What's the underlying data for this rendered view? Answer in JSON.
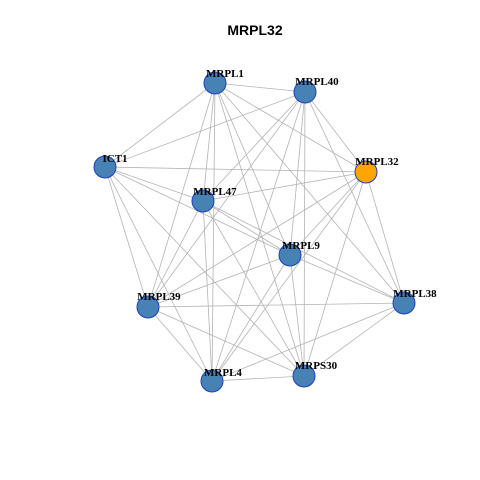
{
  "title": "MRPL32",
  "colors": {
    "node_default": "#4682b4",
    "node_focus": "#ffa500",
    "edge": "#b3b3b3",
    "node_border": "#1f3fbf"
  },
  "nodes": [
    {
      "id": "MRPL1",
      "label": "MRPL1",
      "focus": false
    },
    {
      "id": "MRPL40",
      "label": "MRPL40",
      "focus": false
    },
    {
      "id": "ICT1",
      "label": "ICT1",
      "focus": false
    },
    {
      "id": "MRPL32",
      "label": "MRPL32",
      "focus": true
    },
    {
      "id": "MRPL47",
      "label": "MRPL47",
      "focus": false
    },
    {
      "id": "MRPL9",
      "label": "MRPL9",
      "focus": false
    },
    {
      "id": "MRPL39",
      "label": "MRPL39",
      "focus": false
    },
    {
      "id": "MRPL38",
      "label": "MRPL38",
      "focus": false
    },
    {
      "id": "MRPL4",
      "label": "MRPL4",
      "focus": false
    },
    {
      "id": "MRPS30",
      "label": "MRPS30",
      "focus": false
    }
  ],
  "edges": [
    [
      "MRPL1",
      "MRPL40"
    ],
    [
      "MRPL1",
      "ICT1"
    ],
    [
      "MRPL1",
      "MRPL32"
    ],
    [
      "MRPL1",
      "MRPL47"
    ],
    [
      "MRPL1",
      "MRPL9"
    ],
    [
      "MRPL1",
      "MRPL39"
    ],
    [
      "MRPL1",
      "MRPL38"
    ],
    [
      "MRPL1",
      "MRPL4"
    ],
    [
      "MRPL1",
      "MRPS30"
    ],
    [
      "MRPL40",
      "ICT1"
    ],
    [
      "MRPL40",
      "MRPL32"
    ],
    [
      "MRPL40",
      "MRPL47"
    ],
    [
      "MRPL40",
      "MRPL9"
    ],
    [
      "MRPL40",
      "MRPL39"
    ],
    [
      "MRPL40",
      "MRPL38"
    ],
    [
      "MRPL40",
      "MRPL4"
    ],
    [
      "MRPL40",
      "MRPS30"
    ],
    [
      "ICT1",
      "MRPL32"
    ],
    [
      "ICT1",
      "MRPL47"
    ],
    [
      "ICT1",
      "MRPL9"
    ],
    [
      "ICT1",
      "MRPL39"
    ],
    [
      "ICT1",
      "MRPL4"
    ],
    [
      "ICT1",
      "MRPS30"
    ],
    [
      "MRPL32",
      "MRPL47"
    ],
    [
      "MRPL32",
      "MRPL9"
    ],
    [
      "MRPL32",
      "MRPL39"
    ],
    [
      "MRPL32",
      "MRPL38"
    ],
    [
      "MRPL32",
      "MRPL4"
    ],
    [
      "MRPL32",
      "MRPS30"
    ],
    [
      "MRPL47",
      "MRPL9"
    ],
    [
      "MRPL47",
      "MRPL39"
    ],
    [
      "MRPL47",
      "MRPL38"
    ],
    [
      "MRPL47",
      "MRPL4"
    ],
    [
      "MRPL47",
      "MRPS30"
    ],
    [
      "MRPL9",
      "MRPL39"
    ],
    [
      "MRPL9",
      "MRPL38"
    ],
    [
      "MRPL9",
      "MRPL4"
    ],
    [
      "MRPL9",
      "MRPS30"
    ],
    [
      "MRPL39",
      "MRPL38"
    ],
    [
      "MRPL39",
      "MRPL4"
    ],
    [
      "MRPL39",
      "MRPS30"
    ],
    [
      "MRPL38",
      "MRPL4"
    ],
    [
      "MRPL38",
      "MRPS30"
    ],
    [
      "MRPL4",
      "MRPS30"
    ]
  ]
}
